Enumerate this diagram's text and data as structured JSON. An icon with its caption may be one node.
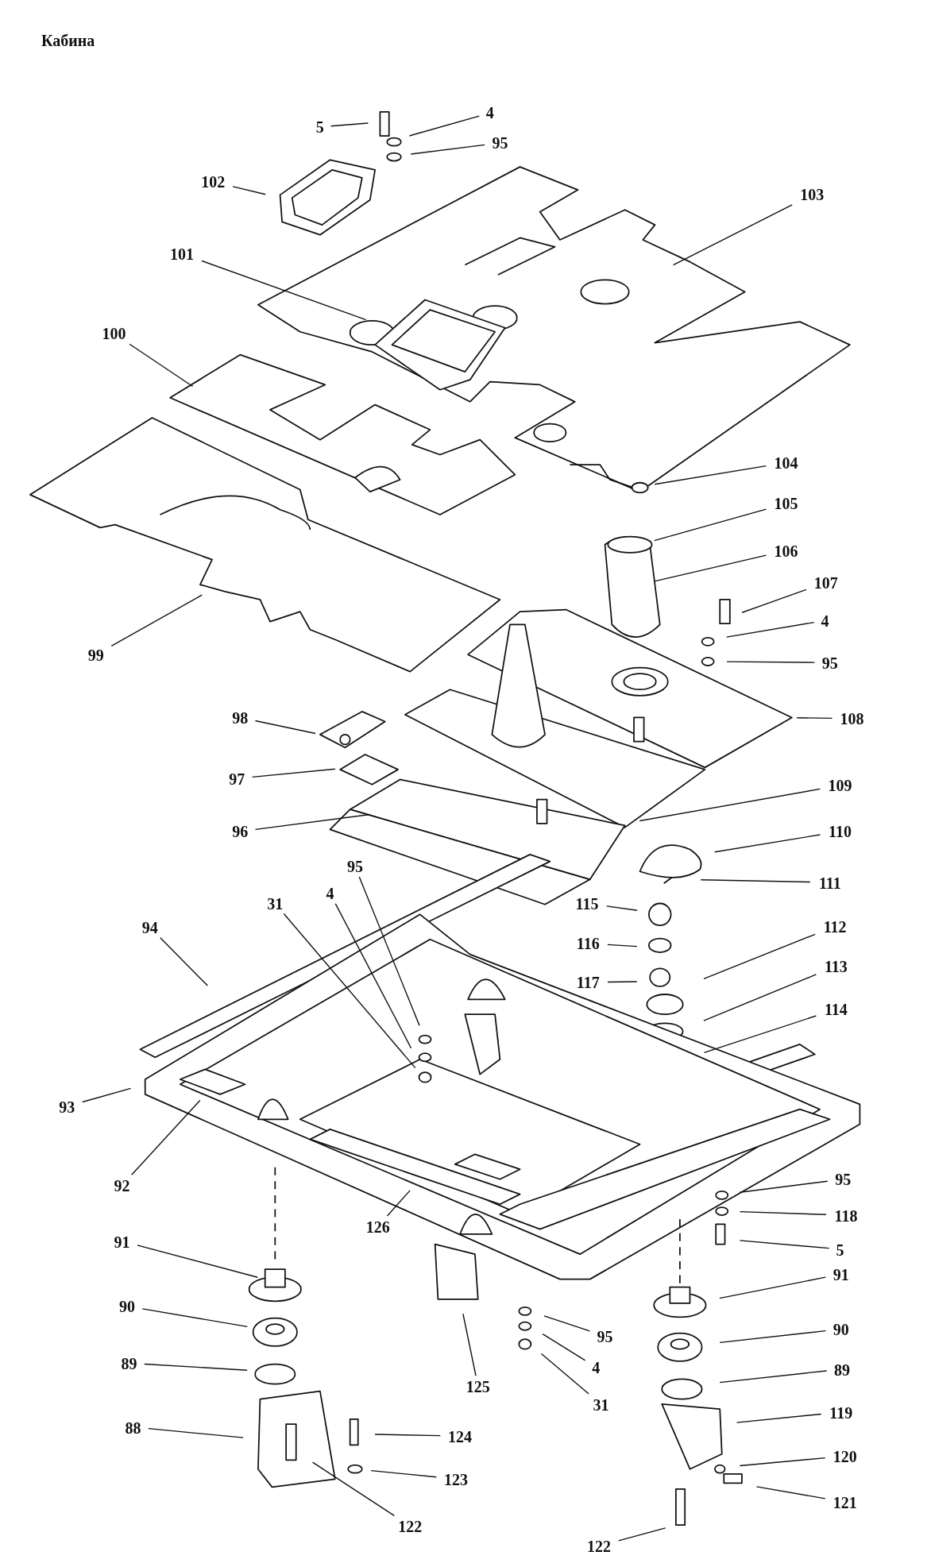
{
  "diagram": {
    "title": "Кабина",
    "nodes": [
      {
        "text": [
          "5"
        ]
      },
      {
        "text": [
          "4"
        ]
      },
      {
        "text": [
          "95"
        ]
      },
      {
        "text": [
          "102"
        ]
      },
      {
        "text": [
          "103"
        ]
      },
      {
        "text": [
          "101"
        ]
      },
      {
        "text": [
          "100"
        ]
      },
      {
        "text": [
          "104"
        ]
      },
      {
        "text": [
          "105"
        ]
      },
      {
        "text": [
          "106"
        ]
      },
      {
        "text": [
          "99"
        ]
      },
      {
        "text": [
          "107"
        ]
      },
      {
        "text": [
          "4"
        ]
      },
      {
        "text": [
          "95"
        ]
      },
      {
        "text": [
          "108"
        ]
      },
      {
        "text": [
          "98"
        ]
      },
      {
        "text": [
          "97"
        ]
      },
      {
        "text": [
          "109"
        ]
      },
      {
        "text": [
          "96"
        ]
      },
      {
        "text": [
          "110"
        ]
      },
      {
        "text": [
          "111"
        ]
      },
      {
        "text": [
          "115"
        ]
      },
      {
        "text": [
          "94"
        ]
      },
      {
        "text": [
          "31"
        ]
      },
      {
        "text": [
          "4"
        ]
      },
      {
        "text": [
          "95"
        ]
      },
      {
        "text": [
          "112"
        ]
      },
      {
        "text": [
          "116"
        ]
      },
      {
        "text": [
          "113"
        ]
      },
      {
        "text": [
          "117"
        ]
      },
      {
        "text": [
          "114"
        ]
      },
      {
        "text": [
          "93"
        ]
      },
      {
        "text": [
          "92"
        ]
      },
      {
        "text": [
          "126"
        ]
      },
      {
        "text": [
          "95"
        ]
      },
      {
        "text": [
          "118"
        ]
      },
      {
        "text": [
          "5"
        ]
      },
      {
        "text": [
          "91"
        ]
      },
      {
        "text": [
          "91"
        ]
      },
      {
        "text": [
          "90"
        ]
      },
      {
        "text": [
          "90"
        ]
      },
      {
        "text": [
          "125"
        ]
      },
      {
        "text": [
          "95"
        ]
      },
      {
        "text": [
          "4"
        ]
      },
      {
        "text": [
          "89"
        ]
      },
      {
        "text": [
          "89"
        ]
      },
      {
        "text": [
          "31"
        ]
      },
      {
        "text": [
          "119"
        ]
      },
      {
        "text": [
          "88"
        ]
      },
      {
        "text": [
          "124"
        ]
      },
      {
        "text": [
          "120"
        ]
      },
      {
        "text": [
          "123"
        ]
      },
      {
        "text": [
          "121"
        ]
      },
      {
        "text": [
          "122"
        ]
      },
      {
        "text": [
          "122"
        ]
      }
    ],
    "edges": [
      {
        "from": 0,
        "to": null,
        "arrow": "none"
      },
      {
        "from": 1,
        "to": null,
        "arrow": "none"
      },
      {
        "from": 2,
        "to": null,
        "arrow": "none"
      },
      {
        "from": 3,
        "to": null,
        "arrow": "none"
      },
      {
        "from": 4,
        "to": null,
        "arrow": "none"
      },
      {
        "from": 5,
        "to": null,
        "arrow": "none"
      },
      {
        "from": 6,
        "to": null,
        "arrow": "none"
      },
      {
        "from": 7,
        "to": null,
        "arrow": "none"
      },
      {
        "from": 8,
        "to": null,
        "arrow": "none"
      },
      {
        "from": 9,
        "to": null,
        "arrow": "none"
      },
      {
        "from": 10,
        "to": null,
        "arrow": "none"
      },
      {
        "from": 11,
        "to": null,
        "arrow": "none"
      },
      {
        "from": 12,
        "to": null,
        "arrow": "none"
      },
      {
        "from": 13,
        "to": null,
        "arrow": "none"
      },
      {
        "from": 14,
        "to": null,
        "arrow": "none"
      },
      {
        "from": 15,
        "to": null,
        "arrow": "none"
      },
      {
        "from": 16,
        "to": null,
        "arrow": "none"
      },
      {
        "from": 17,
        "to": null,
        "arrow": "none"
      },
      {
        "from": 18,
        "to": null,
        "arrow": "none"
      },
      {
        "from": 19,
        "to": null,
        "arrow": "none"
      },
      {
        "from": 20,
        "to": null,
        "arrow": "none"
      },
      {
        "from": 21,
        "to": null,
        "arrow": "none"
      },
      {
        "from": 22,
        "to": null,
        "arrow": "none"
      },
      {
        "from": 23,
        "to": null,
        "arrow": "none"
      },
      {
        "from": 24,
        "to": null,
        "arrow": "none"
      },
      {
        "from": 25,
        "to": null,
        "arrow": "none"
      },
      {
        "from": 26,
        "to": null,
        "arrow": "none"
      },
      {
        "from": 27,
        "to": null,
        "arrow": "none"
      },
      {
        "from": 28,
        "to": null,
        "arrow": "none"
      },
      {
        "from": 29,
        "to": null,
        "arrow": "none"
      },
      {
        "from": 30,
        "to": null,
        "arrow": "none"
      },
      {
        "from": 31,
        "to": null,
        "arrow": "none"
      },
      {
        "from": 32,
        "to": null,
        "arrow": "none"
      },
      {
        "from": 33,
        "to": null,
        "arrow": "none"
      },
      {
        "from": 34,
        "to": null,
        "arrow": "none"
      },
      {
        "from": 35,
        "to": null,
        "arrow": "none"
      },
      {
        "from": 36,
        "to": null,
        "arrow": "none"
      },
      {
        "from": 37,
        "to": null,
        "arrow": "none"
      },
      {
        "from": 38,
        "to": null,
        "arrow": "none"
      },
      {
        "from": 39,
        "to": null,
        "arrow": "none"
      },
      {
        "from": 40,
        "to": null,
        "arrow": "none"
      },
      {
        "from": 41,
        "to": null,
        "arrow": "none"
      },
      {
        "from": 42,
        "to": null,
        "arrow": "none"
      },
      {
        "from": 43,
        "to": null,
        "arrow": "none"
      },
      {
        "from": 44,
        "to": null,
        "arrow": "none"
      },
      {
        "from": 45,
        "to": null,
        "arrow": "none"
      },
      {
        "from": 46,
        "to": null,
        "arrow": "none"
      },
      {
        "from": 47,
        "to": null,
        "arrow": "none"
      },
      {
        "from": 48,
        "to": null,
        "arrow": "none"
      },
      {
        "from": 49,
        "to": null,
        "arrow": "none"
      },
      {
        "from": 50,
        "to": null,
        "arrow": "none"
      },
      {
        "from": 51,
        "to": null,
        "arrow": "none"
      },
      {
        "from": 52,
        "to": null,
        "arrow": "none"
      },
      {
        "from": 53,
        "to": null,
        "arrow": "none"
      },
      {
        "from": 54,
        "to": null,
        "arrow": "none"
      }
    ]
  }
}
